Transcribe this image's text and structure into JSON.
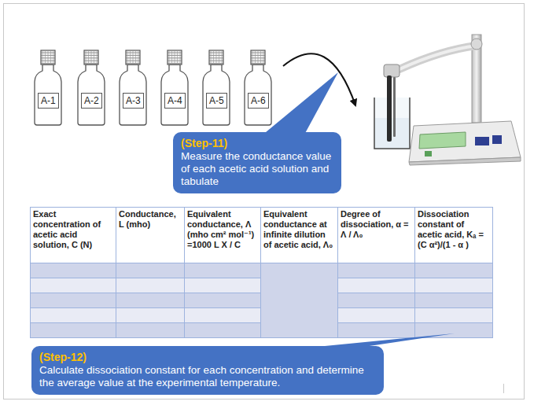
{
  "diagram": {
    "nodes": [
      {
        "text": [
          "A-1"
        ]
      },
      {
        "text": [
          "A-2"
        ]
      },
      {
        "text": [
          "A-3"
        ]
      },
      {
        "text": [
          "A-4"
        ]
      },
      {
        "text": [
          "A-5"
        ]
      },
      {
        "text": [
          "A-6"
        ]
      },
      {
        "text": [
          "(Step-11)",
          "Measure the conductance value of each acetic acid solution and tabulate"
        ]
      },
      {
        "text": [
          "(Step-12)",
          "Calculate dissociation constant for each concentration and determine the average value at the experimental temperature."
        ]
      }
    ],
    "labels": [
      "Exact concentration of acetic acid solution, C (N)",
      "Conductance, L (mho)",
      "Equivalent conductance, Λ (mho cm² mol⁻¹) =1000 L X / C",
      "Equivalent conductance at infinite dilution of acetic acid, Λ₀",
      "Degree of dissociation, α = Λ / Λ₀",
      "Dissociation constant of acetic acid, Kₐ = (C α²)/(1 - α )"
    ]
  }
}
